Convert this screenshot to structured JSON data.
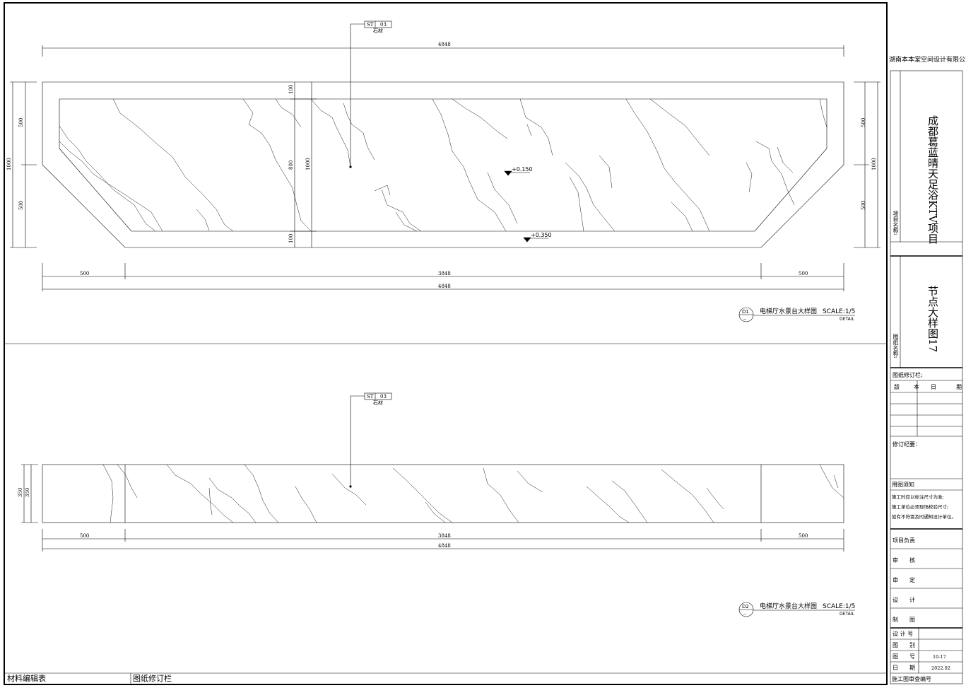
{
  "company": "湖南本本堂空间设计有限公司",
  "project_label": "项目名称:",
  "project_name": "成都葛蓝晴天足浴KTV项目",
  "drawing_label": "图纸名称:",
  "drawing_name": "节点大样图17",
  "revision_label": "图纸修订栏:",
  "revision_cols": [
    "版",
    "本",
    "日",
    "期"
  ],
  "revision_note_label": "修订纪要：",
  "usage_title": "用图须知",
  "usage_lines": [
    "施工时应以标注尺寸为准;",
    "施工单位必须现场校验尺寸;",
    "如有不符需及时通知设计单位。"
  ],
  "roles": [
    "项目负责",
    "审　　核",
    "审　　定",
    "设　　计",
    "制　　图"
  ],
  "info_rows": [
    {
      "label": "设 计 号",
      "value": ""
    },
    {
      "label": "图　　别",
      "value": ""
    },
    {
      "label": "图　　号",
      "value": "10-17"
    },
    {
      "label": "日　　期",
      "value": "2022.02"
    }
  ],
  "review_no_label": "施工图审查编号",
  "bottom_left": "材料编辑表",
  "bottom_mid": "图纸修订栏",
  "tag": {
    "code": "ST",
    "num": "03",
    "material": "石材"
  },
  "dims": {
    "total": "4848",
    "middle": "3848",
    "side": "500",
    "half_height": "500",
    "full_height": "1000",
    "inner_height": "800",
    "border": "100",
    "elev_height": "350"
  },
  "levels": [
    "+0.150",
    "+0.350"
  ],
  "detail1": {
    "id": "D1",
    "sub": "--",
    "title": "电梯厅水景台大样图",
    "scale": "SCALE:1/5",
    "note": "DETAIL"
  },
  "detail2": {
    "id": "D2",
    "sub": "--",
    "title": "电梯厅水景台大样图",
    "scale": "SCALE:1/5",
    "note": "DETAIL"
  }
}
